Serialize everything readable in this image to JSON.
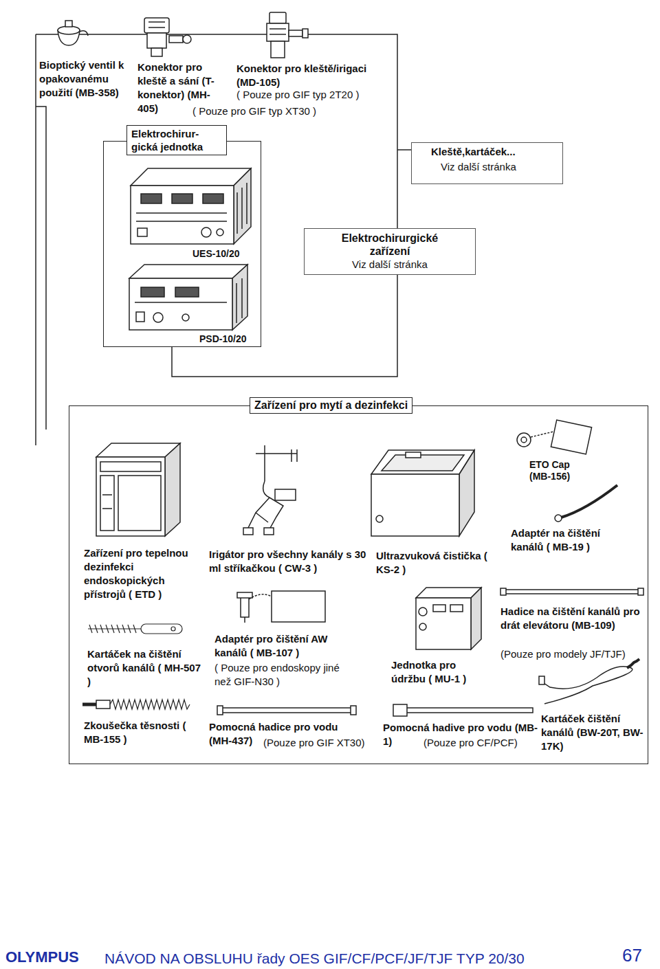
{
  "diagram": {
    "nodes": [
      {
        "text": [
          "Elektrochirur- gická jednotka"
        ]
      },
      {
        "text": [
          "Kleště,kartáček...",
          "Viz další stránka"
        ]
      },
      {
        "text": [
          "Elektrochirurgické zařízení",
          "Viz další stránka"
        ]
      },
      {
        "text": [
          "Zařízení pro mytí a dezinfekci"
        ]
      }
    ],
    "labels": [
      "Bioptický ventil k opakovanému použití (MB-358)",
      "Konektor pro kleště a sání (T-konektor) (MH-405)",
      "( Pouze pro GIF typ XT30 )",
      "Konektor pro kleště/irigaci (MD-105)",
      "( Pouze pro GIF typ 2T20 )",
      "UES-10/20",
      "PSD-10/20",
      "ETO Cap (MB-156)",
      "Adaptér na čištění kanálů ( MB-19 )",
      "Zařízení pro tepelnou dezinfekci endoskopických přístrojů ( ETD )",
      "Irigátor pro všechny kanály s 30 ml stříkačkou ( CW-3 )",
      "Ultrazvuková čistička ( KS-2 )",
      "Hadice na čištění kanálů pro drát elevátoru (MB-109)",
      "(Pouze pro modely JF/TJF)",
      "Kartáček na čištění otvorů kanálů ( MH-507 )",
      "Adaptér pro čištění AW kanálů ( MB-107 )",
      "( Pouze pro endoskopy jiné než GIF-N30 )",
      "Jednotka pro údržbu ( MU-1 )",
      "Zkoušečka těsnosti ( MB-155 )",
      "Pomocná hadice pro vodu (MH-437)",
      "(Pouze pro GIF XT30)",
      "Pomocná hadive pro vodu (MB-1)",
      "(Pouze pro CF/PCF)",
      "Kartáček čištění kanálů (BW-20T, BW-17K)",
      "OLYMPUS",
      "NÁVOD NA OBSLUHU řady OES GIF/CF/PCF/JF/TJF TYP 20/30",
      "67"
    ]
  }
}
